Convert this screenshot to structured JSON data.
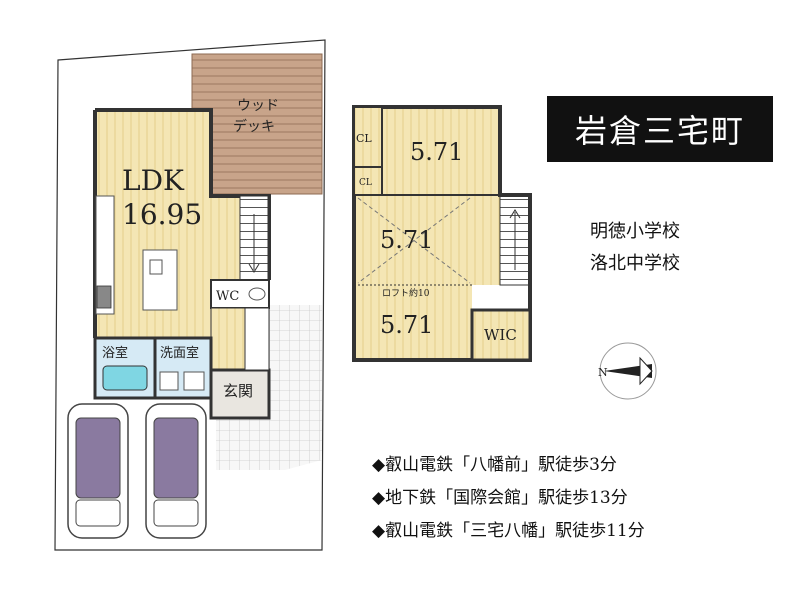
{
  "title": "岩倉三宅町",
  "schools": [
    "明徳小学校",
    "洛北中学校"
  ],
  "access": [
    "◆叡山電鉄「八幡前」駅徒歩3分",
    "◆地下鉄「国際会館」駅徒歩13分",
    "◆叡山電鉄「三宅八幡」駅徒歩11分"
  ],
  "floor1": {
    "deck": [
      "ウッド",
      "デッキ"
    ],
    "ldk_label": "LDK",
    "ldk_size": "16.95",
    "wc": "WC",
    "bath": "浴室",
    "washroom": "洗面室",
    "entrance": "玄関"
  },
  "floor2": {
    "room_top": "5.71",
    "room_mid": "5.71",
    "room_bottom": "5.71",
    "cl_top": "CL",
    "cl_small": "CL",
    "loft": "ロフト約10",
    "wic": "WIC"
  },
  "compass": {
    "north": "N"
  },
  "colors": {
    "floor": "#f4e6b4",
    "deck": "#c8a48a",
    "wet": "#d6eaf5",
    "car": "#8a7aa0",
    "paving": "#dcdcdc"
  }
}
